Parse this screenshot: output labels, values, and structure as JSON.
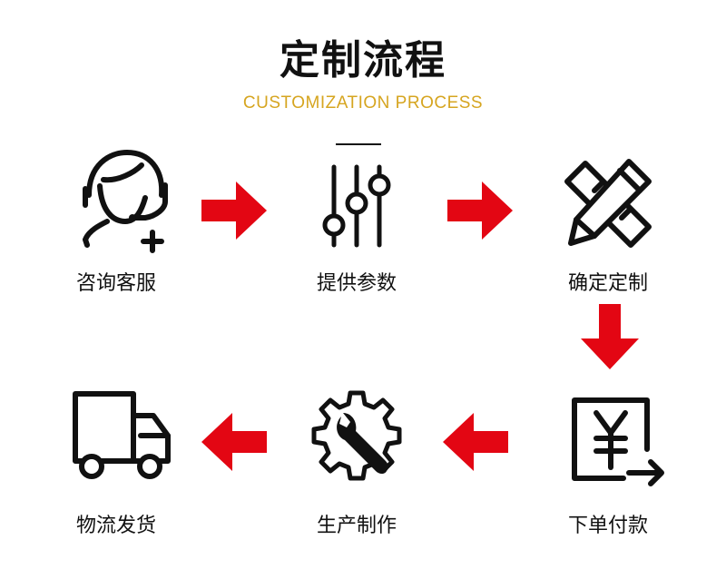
{
  "title": "定制流程",
  "subtitle": "CUSTOMIZATION PROCESS",
  "accent_color": "#e30613",
  "subtitle_color": "#d6a520",
  "steps": [
    {
      "label": "咨询客服",
      "icon": "customer-service-icon"
    },
    {
      "label": "提供参数",
      "icon": "sliders-icon"
    },
    {
      "label": "确定定制",
      "icon": "pencil-ruler-icon"
    },
    {
      "label": "下单付款",
      "icon": "yuan-payment-icon"
    },
    {
      "label": "生产制作",
      "icon": "gear-wrench-icon"
    },
    {
      "label": "物流发货",
      "icon": "delivery-truck-icon"
    }
  ]
}
